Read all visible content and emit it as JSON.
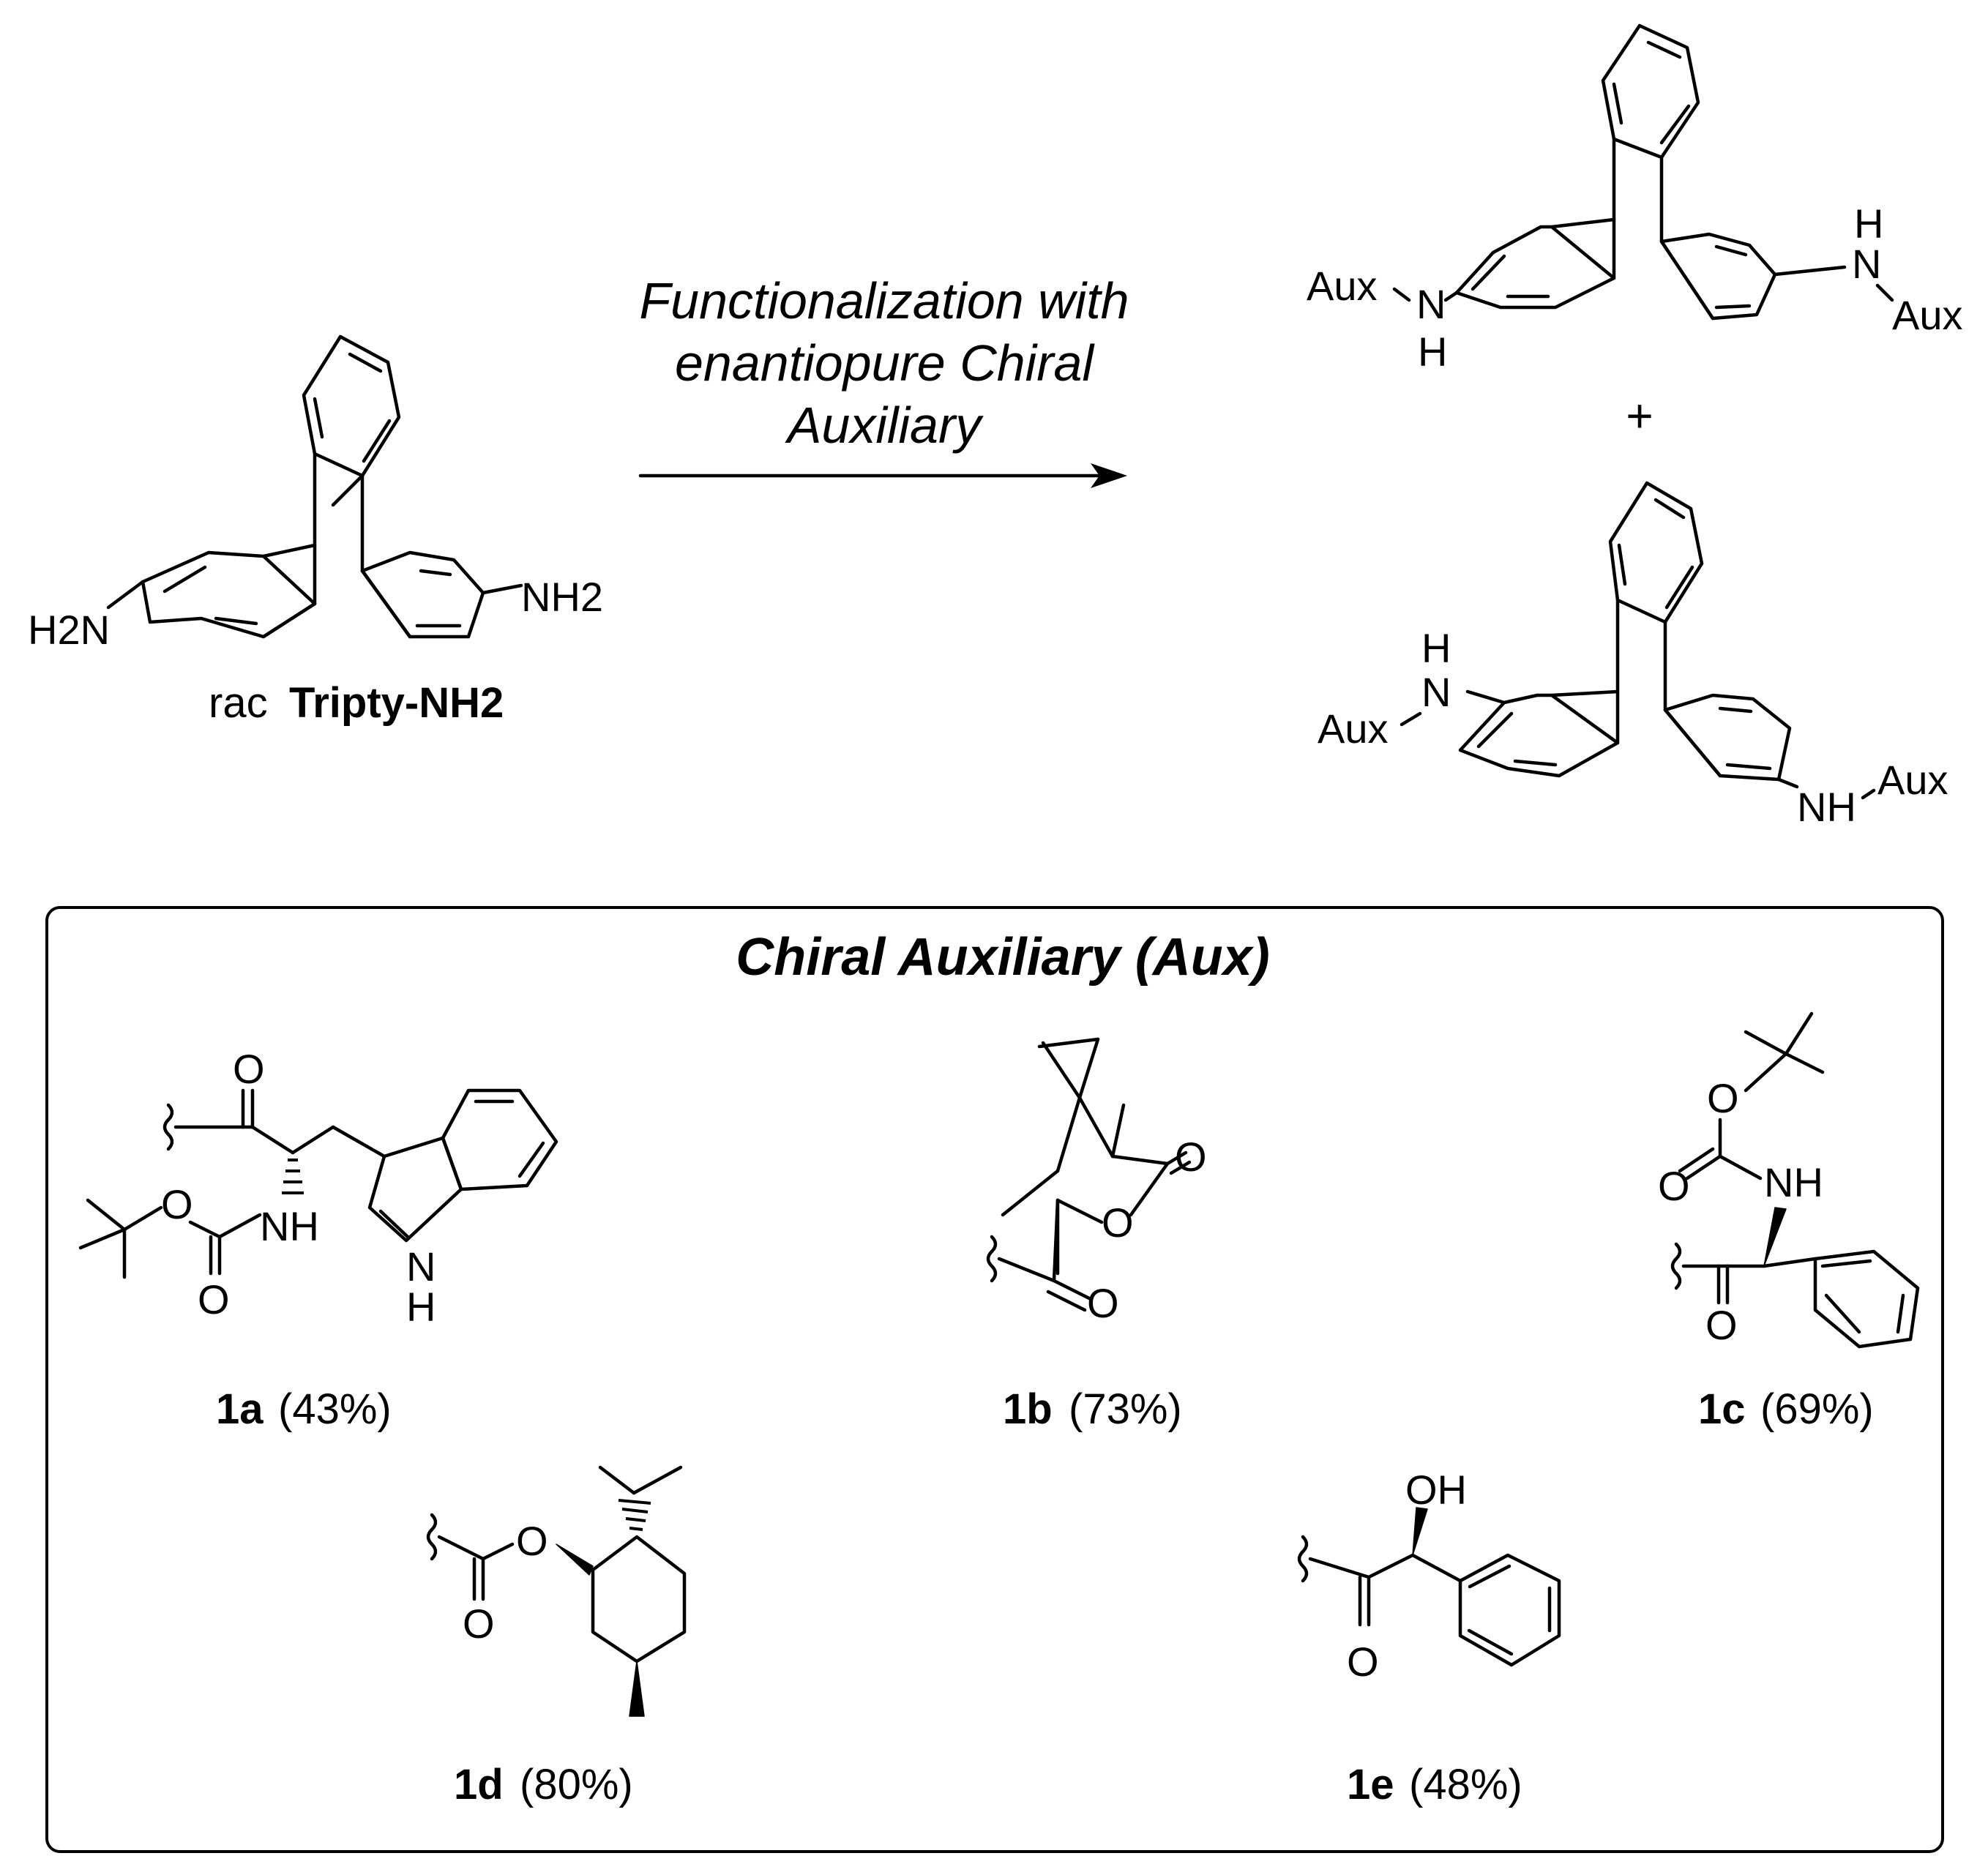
{
  "reactant": {
    "left_group": "H2N",
    "right_group": "NH2",
    "label_prefix": "rac",
    "label_name": "Tripty-NH2"
  },
  "conditions": {
    "line1": "Functionalization with",
    "line2": "enantiopure Chiral",
    "line3": "Auxiliary"
  },
  "products": {
    "aux": "Aux",
    "N": "N",
    "H": "H",
    "NH": "NH",
    "plus": "+"
  },
  "box": {
    "title": "Chiral Auxiliary (Aux)",
    "compounds": [
      {
        "id": "1a",
        "yield": "(43%)"
      },
      {
        "id": "1b",
        "yield": "(73%)"
      },
      {
        "id": "1c",
        "yield": "(69%)"
      },
      {
        "id": "1d",
        "yield": "(80%)"
      },
      {
        "id": "1e",
        "yield": "(48%)"
      }
    ]
  },
  "atoms": {
    "O": "O",
    "NH": "NH",
    "N": "N",
    "H": "H",
    "OH": "OH"
  }
}
